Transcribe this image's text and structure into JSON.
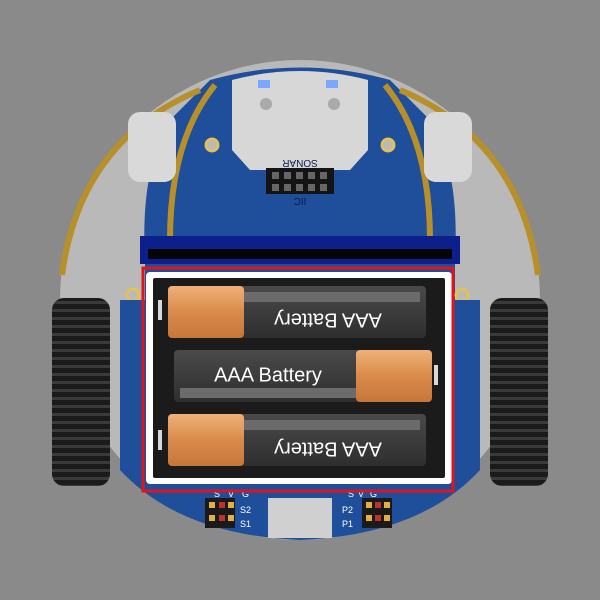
{
  "labels": {
    "sonar": "SONAR",
    "iic": "IIC",
    "battery_top": "AAA Battery",
    "battery_middle": "AAA Battery",
    "battery_bottom": "AAA Battery",
    "port_left_s": "S",
    "port_left_v": "V",
    "port_left_g": "G",
    "port_left_s2": "S2",
    "port_left_s1": "S1",
    "port_right_s": "S",
    "port_right_v": "V",
    "port_right_g": "G",
    "port_right_p2": "P2",
    "port_right_p1": "P1"
  },
  "colors": {
    "background": "#8a8a8a",
    "chassis": "#b9b9b9",
    "board_blue": "#1f4f9a",
    "board_dark_blue": "#0c1f8a",
    "gold_trace": "#b7902a",
    "battery_orange": "#d98b4a",
    "battery_body": "#3b3b3b",
    "highlight_border": "#e0141a"
  }
}
